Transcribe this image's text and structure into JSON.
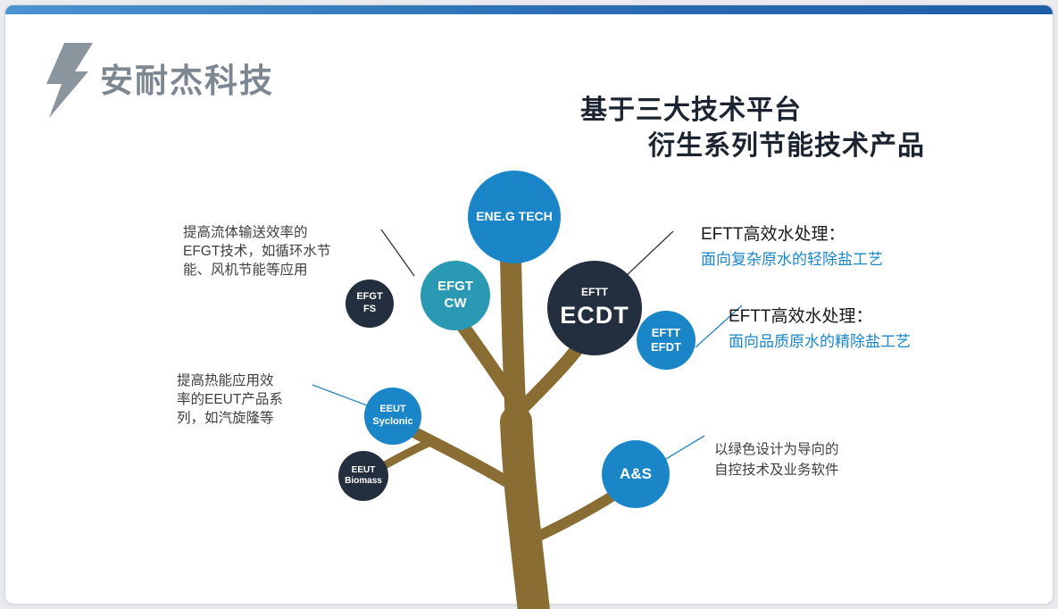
{
  "slide": {
    "logo_text": "安耐杰科技",
    "title_line1": "基于三大技术平台",
    "title_line2": "衍生系列节能技术产品"
  },
  "colors": {
    "accent_bar_start": "#4b93d1",
    "accent_bar_end": "#1d5fa5",
    "node_blue": "#1a86c8",
    "node_teal": "#2a9ab4",
    "node_dark": "#232f3e",
    "trunk_brown": "#8a6d33",
    "highlight_blue": "#1a86c8",
    "logo_gray": "#7d8791"
  },
  "nodes": {
    "enegtech": {
      "label": "ENE.G TECH"
    },
    "efgt_cw": {
      "label": "EFGT\nCW"
    },
    "efgt_fs": {
      "label": "EFGT\nFS"
    },
    "ecdt": {
      "tag": "EFTT",
      "label": "ECDT"
    },
    "efdt": {
      "label": "EFTT\nEFDT"
    },
    "eeut_syclonic": {
      "label": "EEUT\nSyclonic"
    },
    "eeut_biomass": {
      "label": "EEUT\nBiomass"
    },
    "as": {
      "label": "A&S"
    }
  },
  "annotations": {
    "left_top": "提高流体输送效率的\nEFGT技术，如循环水节\n能、风机节能等应用",
    "left_mid": "提高热能应用效\n率的EEUT产品系\n列，如汽旋隆等",
    "right_top_title": "EFTT高效水处理：",
    "right_top_sub": "面向复杂原水的轻除盐工艺",
    "right_mid_title": "EFTT高效水处理：",
    "right_mid_sub": "面向品质原水的精除盐工艺",
    "right_bottom": "以绿色设计为导向的\n自控技术及业务软件"
  }
}
